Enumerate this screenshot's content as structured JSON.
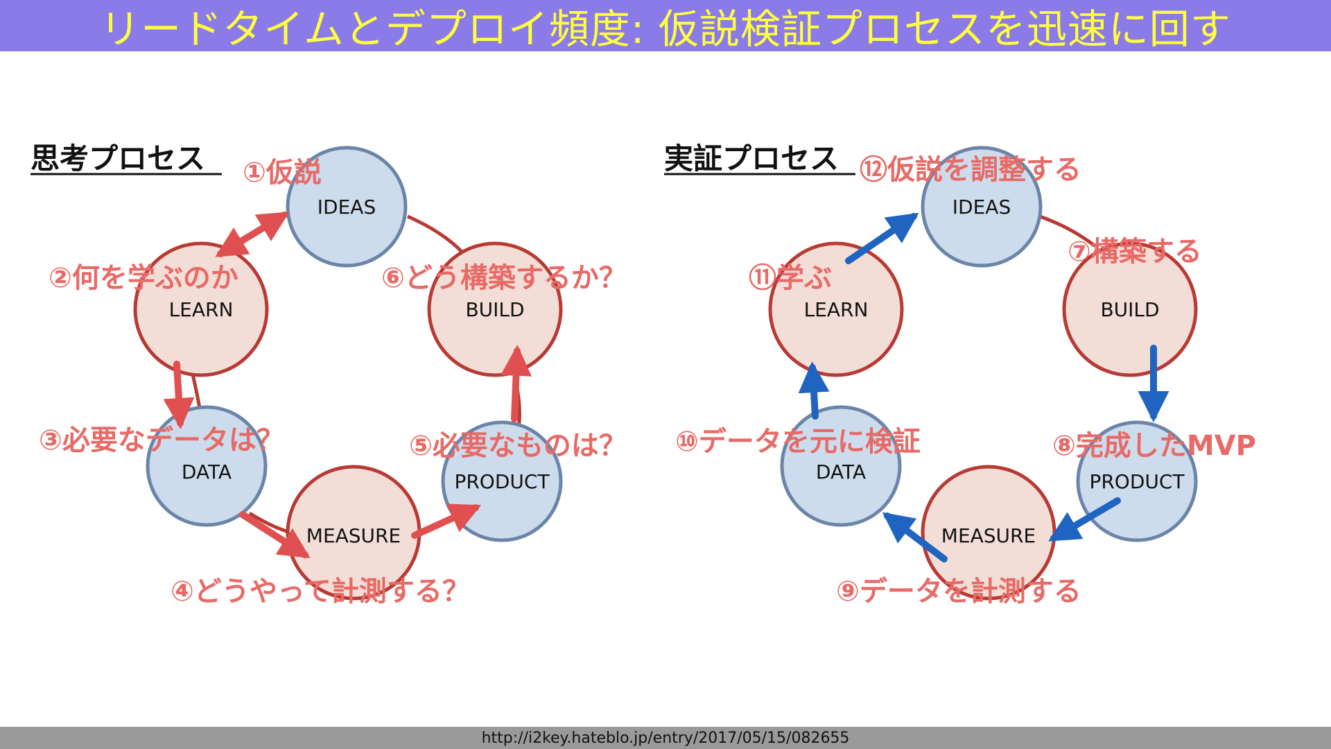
{
  "title": "リードタイムとデプロイ頻度: 仮説検証プロセスを迅速に回す",
  "footer": "http://i2key.hateblo.jp/entry/2017/05/15/082655",
  "colors": {
    "title_bg": "#8a7be8",
    "title_text": "#ffff3c",
    "blue_fill": "#cddcec",
    "blue_stroke": "#6b85a8",
    "red_fill": "#f2ded6",
    "red_stroke": "#b83a35",
    "label_red": "#e86a66",
    "arrow_red": "#e05050",
    "arrow_blue": "#1f64c0"
  },
  "left": {
    "title": "思考プロセス",
    "nodes": {
      "ideas": "IDEAS",
      "build": "BUILD",
      "product": "PRODUCT",
      "measure": "MEASURE",
      "data": "DATA",
      "learn": "LEARN"
    },
    "steps": [
      "①仮説",
      "②何を学ぶのか",
      "③必要なデータは？",
      "④どうやって計測する？",
      "⑤必要なものは？",
      "⑥どう構築するか？"
    ]
  },
  "right": {
    "title": "実証プロセス",
    "nodes": {
      "ideas": "IDEAS",
      "build": "BUILD",
      "product": "PRODUCT",
      "measure": "MEASURE",
      "data": "DATA",
      "learn": "LEARN"
    },
    "steps": [
      "⑦構築する",
      "⑧完成したMVP",
      "⑨データを計測する",
      "⑩データを元に検証",
      "⑪学ぶ",
      "⑫仮説を調整する"
    ]
  }
}
